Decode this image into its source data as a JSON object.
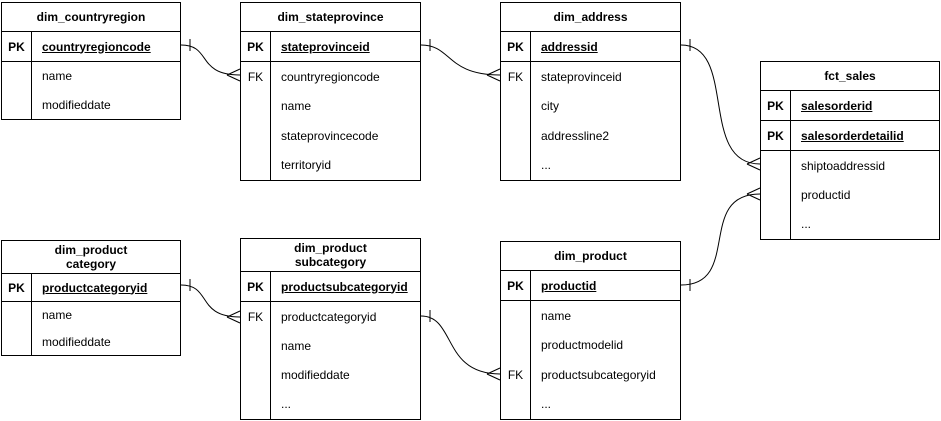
{
  "app": {
    "kind": "entity-relationship-diagram",
    "background_color": "#ffffff",
    "line_color": "#000000",
    "text_color": "#000000"
  },
  "diagram": {
    "tables": [
      {
        "id": "dim_countryregion",
        "title_lines": [
          "dim_countryregion"
        ],
        "rows": [
          {
            "badge": "PK",
            "field": "countryregioncode",
            "is_key": true
          },
          {
            "badge": "",
            "field": "name"
          },
          {
            "badge": "",
            "field": "modifieddate"
          }
        ]
      },
      {
        "id": "dim_stateprovince",
        "title_lines": [
          "dim_stateprovince"
        ],
        "rows": [
          {
            "badge": "PK",
            "field": "stateprovinceid",
            "is_key": true
          },
          {
            "badge": "FK",
            "field": "countryregioncode"
          },
          {
            "badge": "",
            "field": "name"
          },
          {
            "badge": "",
            "field": "stateprovincecode"
          },
          {
            "badge": "",
            "field": "territoryid"
          }
        ]
      },
      {
        "id": "dim_address",
        "title_lines": [
          "dim_address"
        ],
        "rows": [
          {
            "badge": "PK",
            "field": "addressid",
            "is_key": true
          },
          {
            "badge": "FK",
            "field": "stateprovinceid"
          },
          {
            "badge": "",
            "field": "city"
          },
          {
            "badge": "",
            "field": "addressline2"
          },
          {
            "badge": "",
            "field": "..."
          }
        ]
      },
      {
        "id": "fct_sales",
        "title_lines": [
          "fct_sales"
        ],
        "rows": [
          {
            "badge": "PK",
            "field": "salesorderid",
            "is_key": true
          },
          {
            "badge": "PK",
            "field": "salesorderdetailid",
            "is_key": true
          },
          {
            "badge": "",
            "field": "shiptoaddressid"
          },
          {
            "badge": "",
            "field": "productid"
          },
          {
            "badge": "",
            "field": "..."
          }
        ]
      },
      {
        "id": "dim_productcategory",
        "title_lines": [
          "dim_product",
          "category"
        ],
        "rows": [
          {
            "badge": "PK",
            "field": "productcategoryid",
            "is_key": true
          },
          {
            "badge": "",
            "field": "name"
          },
          {
            "badge": "",
            "field": "modifieddate"
          }
        ]
      },
      {
        "id": "dim_productsubcategory",
        "title_lines": [
          "dim_product",
          "subcategory"
        ],
        "rows": [
          {
            "badge": "PK",
            "field": "productsubcategoryid",
            "is_key": true
          },
          {
            "badge": "FK",
            "field": "productcategoryid"
          },
          {
            "badge": "",
            "field": "name"
          },
          {
            "badge": "",
            "field": "modifieddate"
          },
          {
            "badge": "",
            "field": "..."
          }
        ]
      },
      {
        "id": "dim_product",
        "title_lines": [
          "dim_product"
        ],
        "rows": [
          {
            "badge": "PK",
            "field": "productid",
            "is_key": true
          },
          {
            "badge": "",
            "field": "name"
          },
          {
            "badge": "",
            "field": "productmodelid"
          },
          {
            "badge": "FK",
            "field": "productsubcategoryid"
          },
          {
            "badge": "",
            "field": "..."
          }
        ]
      }
    ],
    "relations": [
      {
        "id": "countryregion-stateprovince",
        "from": "dim_countryregion.countryregioncode",
        "to": "dim_stateprovince.countryregioncode",
        "from_end": "one",
        "to_end": "many"
      },
      {
        "id": "stateprovince-address",
        "from": "dim_stateprovince.stateprovinceid",
        "to": "dim_address.stateprovinceid",
        "from_end": "one",
        "to_end": "many"
      },
      {
        "id": "address-sales",
        "from": "dim_address.addressid",
        "to": "fct_sales.shiptoaddressid",
        "from_end": "one",
        "to_end": "many"
      },
      {
        "id": "product-sales",
        "from": "dim_product.productid",
        "to": "fct_sales.productid",
        "from_end": "one",
        "to_end": "many"
      },
      {
        "id": "category-subcategory",
        "from": "dim_productcategory.productcategoryid",
        "to": "dim_productsubcategory.productcategoryid",
        "from_end": "one",
        "to_end": "many"
      },
      {
        "id": "subcategory-product",
        "from": "dim_productsubcategory.productsubcategoryid",
        "to": "dim_product.productsubcategoryid",
        "from_end": "one",
        "to_end": "many"
      }
    ]
  }
}
